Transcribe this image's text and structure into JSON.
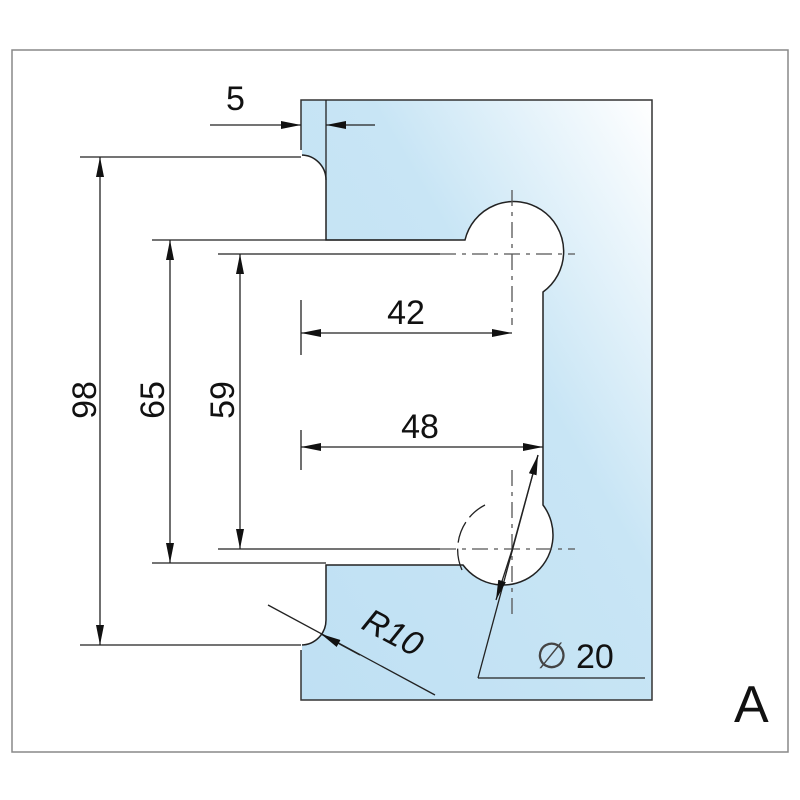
{
  "drawing": {
    "view_label": "A",
    "dimensions": {
      "top_offset": "5",
      "overall_height": "98",
      "outer_hole_spacing": "65",
      "inner_hole_spacing": "59",
      "hole_center_depth": "42",
      "cutout_depth": "48",
      "corner_radius": "R10",
      "hole_diameter": "20",
      "diameter_symbol": "∅"
    },
    "colors": {
      "plate": "#bfe0f3",
      "plate_highlight": "#ffffff",
      "frame": "#888888"
    }
  }
}
